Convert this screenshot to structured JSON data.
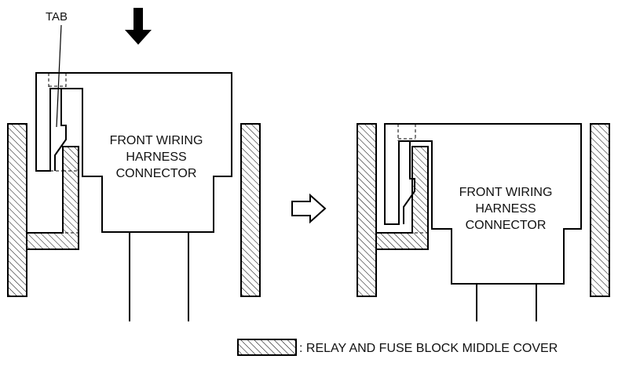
{
  "labels": {
    "tab": "TAB",
    "connector_left_line1": "FRONT WIRING",
    "connector_left_line2": "HARNESS",
    "connector_left_line3": "CONNECTOR",
    "connector_right_line1": "FRONT WIRING",
    "connector_right_line2": "HARNESS",
    "connector_right_line3": "CONNECTOR"
  },
  "legend": {
    "text": ": RELAY AND FUSE BLOCK MIDDLE COVER"
  }
}
